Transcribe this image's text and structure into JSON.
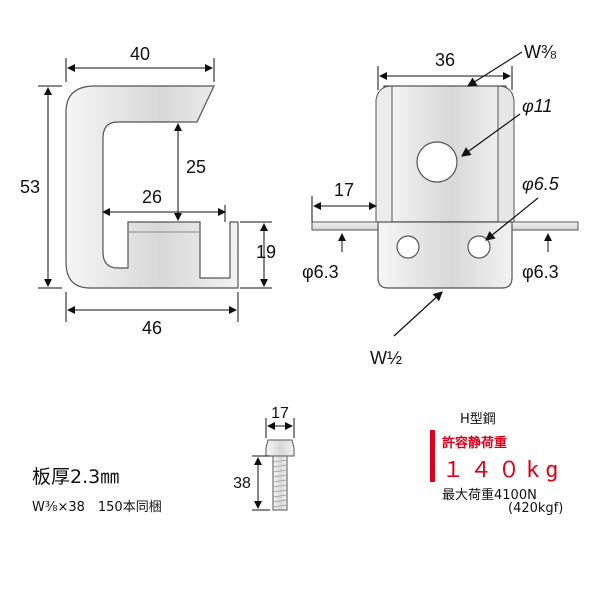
{
  "side_view": {
    "dim_width_top": "40",
    "dim_height_total": "53",
    "dim_inner_height": "25",
    "dim_inner_width": "26",
    "dim_lip_height": "19",
    "dim_width_bottom": "46"
  },
  "front_view": {
    "dim_width": "36",
    "bolt_top_label": "W⅜",
    "hole_large": "φ11",
    "dim_flange": "17",
    "hole_small": "φ6.5",
    "hole_left_flange": "φ6.3",
    "hole_right_flange": "φ6.3",
    "bolt_bottom_label": "W½"
  },
  "bolt_view": {
    "dim_head": "17",
    "dim_length": "38"
  },
  "specs": {
    "thickness": "板厚2.3㎜",
    "bolt_spec": "W⅜×38　150本同梱"
  },
  "load": {
    "target": "H型鋼",
    "title": "許容静荷重",
    "value": "１４０kg",
    "max_label": "最大荷重4100N",
    "max_kgf": "(420kgf)",
    "accent": "#e0001a"
  }
}
